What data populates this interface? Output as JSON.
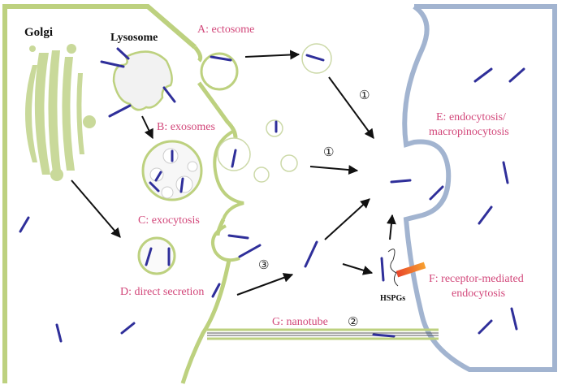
{
  "labels": {
    "golgi": "Golgi",
    "lysosome": "Lysosome",
    "a": "A: ectosome",
    "b": "B: exosomes",
    "c": "C: exocytosis",
    "d": "D: direct secretion",
    "e1": "E: endocytosis/",
    "e2": "macropinocytosis",
    "f1": "F: receptor-mediated",
    "f2": "endocytosis",
    "g": "G: nanotube",
    "hspgs": "HSPGs"
  },
  "pathway_numbers": {
    "n1_top": "①",
    "n1_mid": "①",
    "n2": "②",
    "n3": "③"
  },
  "colors": {
    "left_cell_membrane": "#bdd17f",
    "right_cell_membrane": "#a2b4d0",
    "label": "#d2477a",
    "protein": "#2f2f9a",
    "receptor": "#f06a2a"
  }
}
